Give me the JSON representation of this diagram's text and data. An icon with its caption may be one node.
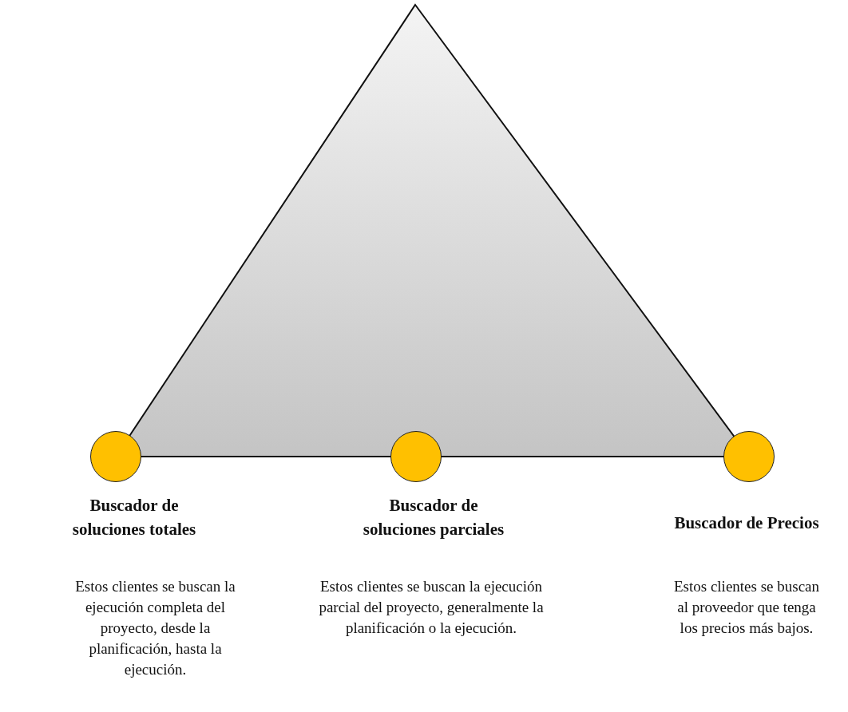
{
  "diagram": {
    "nodes": [
      {
        "text": [],
        "shape": "triangle"
      },
      {
        "text": [
          "Buscador de soluciones totales"
        ]
      },
      {
        "text": [
          "Buscador de soluciones parciales"
        ]
      },
      {
        "text": [
          "Buscador de Precios"
        ]
      }
    ],
    "labels": [
      "Estos clientes se buscan la ejecución completa del proyecto, desde la planificación, hasta la ejecución.",
      "Estos clientes se buscan la ejecución parcial del proyecto, generalmente la planificación o la ejecución.",
      "Estos clientes se buscan al proveedor que tenga los precios más bajos."
    ]
  }
}
